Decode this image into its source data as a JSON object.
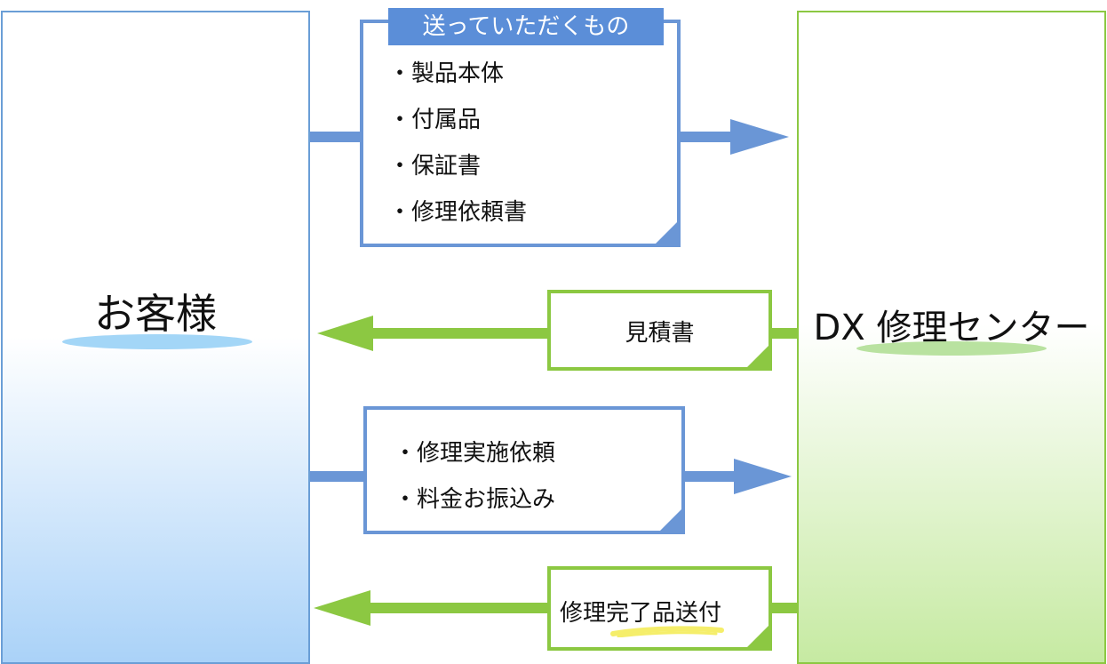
{
  "customer": {
    "title": "お客様"
  },
  "center": {
    "title": "DX 修理センター"
  },
  "send_note": {
    "header": "送っていただくもの",
    "items": [
      "・製品本体",
      "・付属品",
      "・保証書",
      "・修理依頼書"
    ]
  },
  "estimate_note": {
    "label": "見積書"
  },
  "request_note": {
    "items": [
      "・修理実施依頼",
      "・料金お振込み"
    ]
  },
  "return_note": {
    "label": "修理完了品送付"
  },
  "colors": {
    "blue": "#6a96d6",
    "green": "#8cc842",
    "highlight": "#f5ee6a"
  }
}
